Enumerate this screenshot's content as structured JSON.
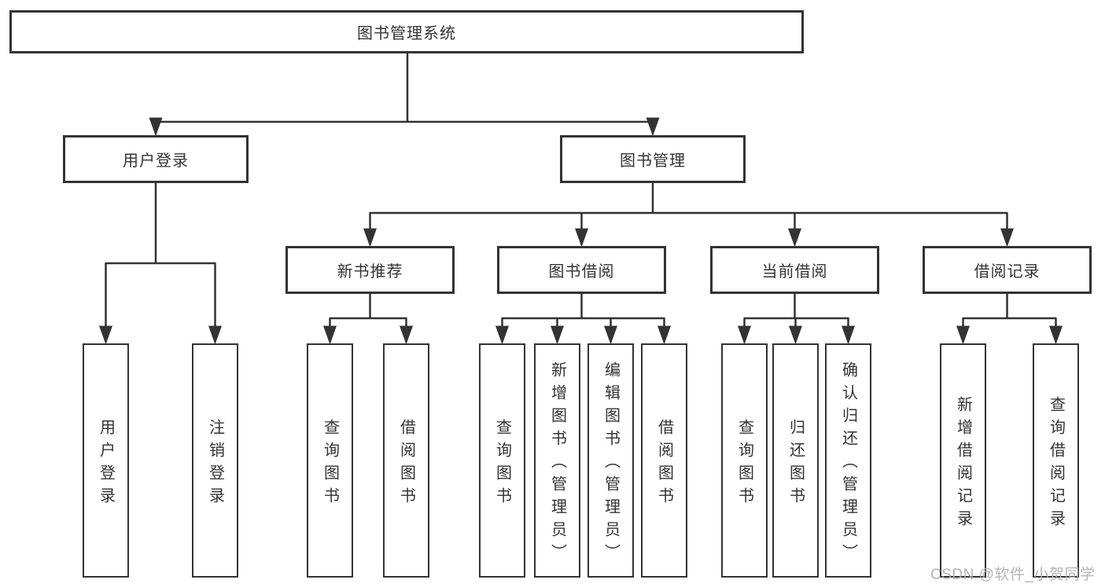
{
  "tree": {
    "label": "图书管理系统",
    "children": [
      {
        "label": "用户登录",
        "children": [
          {
            "label": "用户登录"
          },
          {
            "label": "注销登录"
          }
        ]
      },
      {
        "label": "图书管理",
        "children": [
          {
            "label": "新书推荐",
            "children": [
              {
                "label": "查询图书"
              },
              {
                "label": "借阅图书"
              }
            ]
          },
          {
            "label": "图书借阅",
            "children": [
              {
                "label": "查询图书"
              },
              {
                "label": "新增图书（管理员）"
              },
              {
                "label": "编辑图书（管理员）"
              },
              {
                "label": "借阅图书"
              }
            ]
          },
          {
            "label": "当前借阅",
            "children": [
              {
                "label": "查询图书"
              },
              {
                "label": "归还图书"
              },
              {
                "label": "确认归还（管理员）"
              }
            ]
          },
          {
            "label": "借阅记录",
            "children": [
              {
                "label": "新增借阅记录"
              },
              {
                "label": "查询借阅记录"
              }
            ]
          }
        ]
      }
    ]
  },
  "watermark": "CSDN @软件_小贺同学",
  "colors": {
    "line": "#333333",
    "border": "#333333",
    "text": "#333333",
    "background": "#ffffff",
    "watermark": "#b0b0b0"
  }
}
